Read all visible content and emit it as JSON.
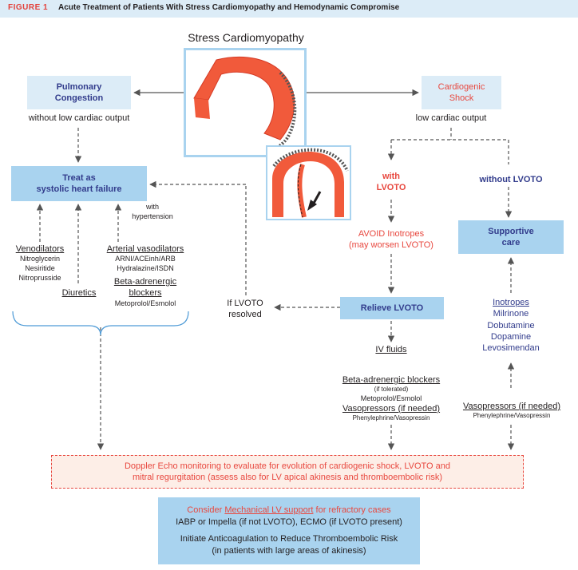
{
  "header": {
    "figure_label": "FIGURE 1",
    "title": "Acute Treatment of Patients With Stress Cardiomyopathy and Hemodynamic Compromise"
  },
  "main_title": "Stress Cardiomyopathy",
  "pulmonary": {
    "box_line1": "Pulmonary",
    "box_line2": "Congestion",
    "sub": "without low cardiac output"
  },
  "shock": {
    "box_line1": "Cardiogenic",
    "box_line2": "Shock",
    "sub": "low cardiac output"
  },
  "treat": {
    "line1": "Treat as",
    "line2": "systolic heart failure",
    "with_label": "with",
    "hypertension": "hypertension"
  },
  "venodilators": {
    "title": "Venodilators",
    "items": [
      "Nitroglycerin",
      "Nesiritide",
      "Nitroprusside"
    ]
  },
  "diuretics": "Diuretics",
  "arterial": {
    "title": "Arterial vasodilators",
    "line1": "ARNI/ACEinh/ARB",
    "line2": "Hydralazine/ISDN"
  },
  "beta_left": {
    "title1": "Beta-adrenergic",
    "title2": "blockers",
    "drug": "Metoprolol/Esmolol"
  },
  "if_lvoto": {
    "line1": "If LVOTO",
    "line2": "resolved"
  },
  "with_lvoto": {
    "line1": "with",
    "line2": "LVOTO"
  },
  "without_lvoto": "without LVOTO",
  "avoid": {
    "line1": "AVOID Inotropes",
    "line2": "(may worsen LVOTO)"
  },
  "supportive": {
    "line1": "Supportive",
    "line2": "care"
  },
  "relieve": "Relieve LVOTO",
  "iv_fluids": "IV fluids",
  "beta_right": {
    "title": "Beta-adrenergic blockers",
    "note": "(if tolerated)",
    "drug": "Metoprolol/Esmolol"
  },
  "vaso_left": {
    "title": "Vasopressors (if needed)",
    "drug": "Phenylephrine/Vasopressin"
  },
  "inotropes": {
    "title": "Inotropes",
    "items": [
      "Milrinone",
      "Dobutamine",
      "Dopamine",
      "Levosimendan"
    ]
  },
  "vaso_right": {
    "title": "Vasopressors (if needed)",
    "drug": "Phenylephrine/Vasopressin"
  },
  "doppler": {
    "line1": "Doppler Echo monitoring to evaluate for evolution of cardiogenic shock, LVOTO and",
    "line2": "mitral regurgitation (assess also for LV apical akinesis and thromboembolic risk)"
  },
  "bottom": {
    "consider": "Consider",
    "mech_support": "Mechanical LV support",
    "refractory": "for refractory cases",
    "line2": "IABP or Impella (if not LVOTO), ECMO (if LVOTO present)",
    "line3": "Initiate Anticoagulation to Reduce Thromboembolic Risk",
    "line4": "(in patients with large areas of akinesis)"
  },
  "colors": {
    "header_bg": "#dcecf7",
    "accent_red": "#e8483f",
    "dark_blue": "#323c8c",
    "box_blue": "#a9d3ef",
    "light_blue": "#dcecf7"
  }
}
